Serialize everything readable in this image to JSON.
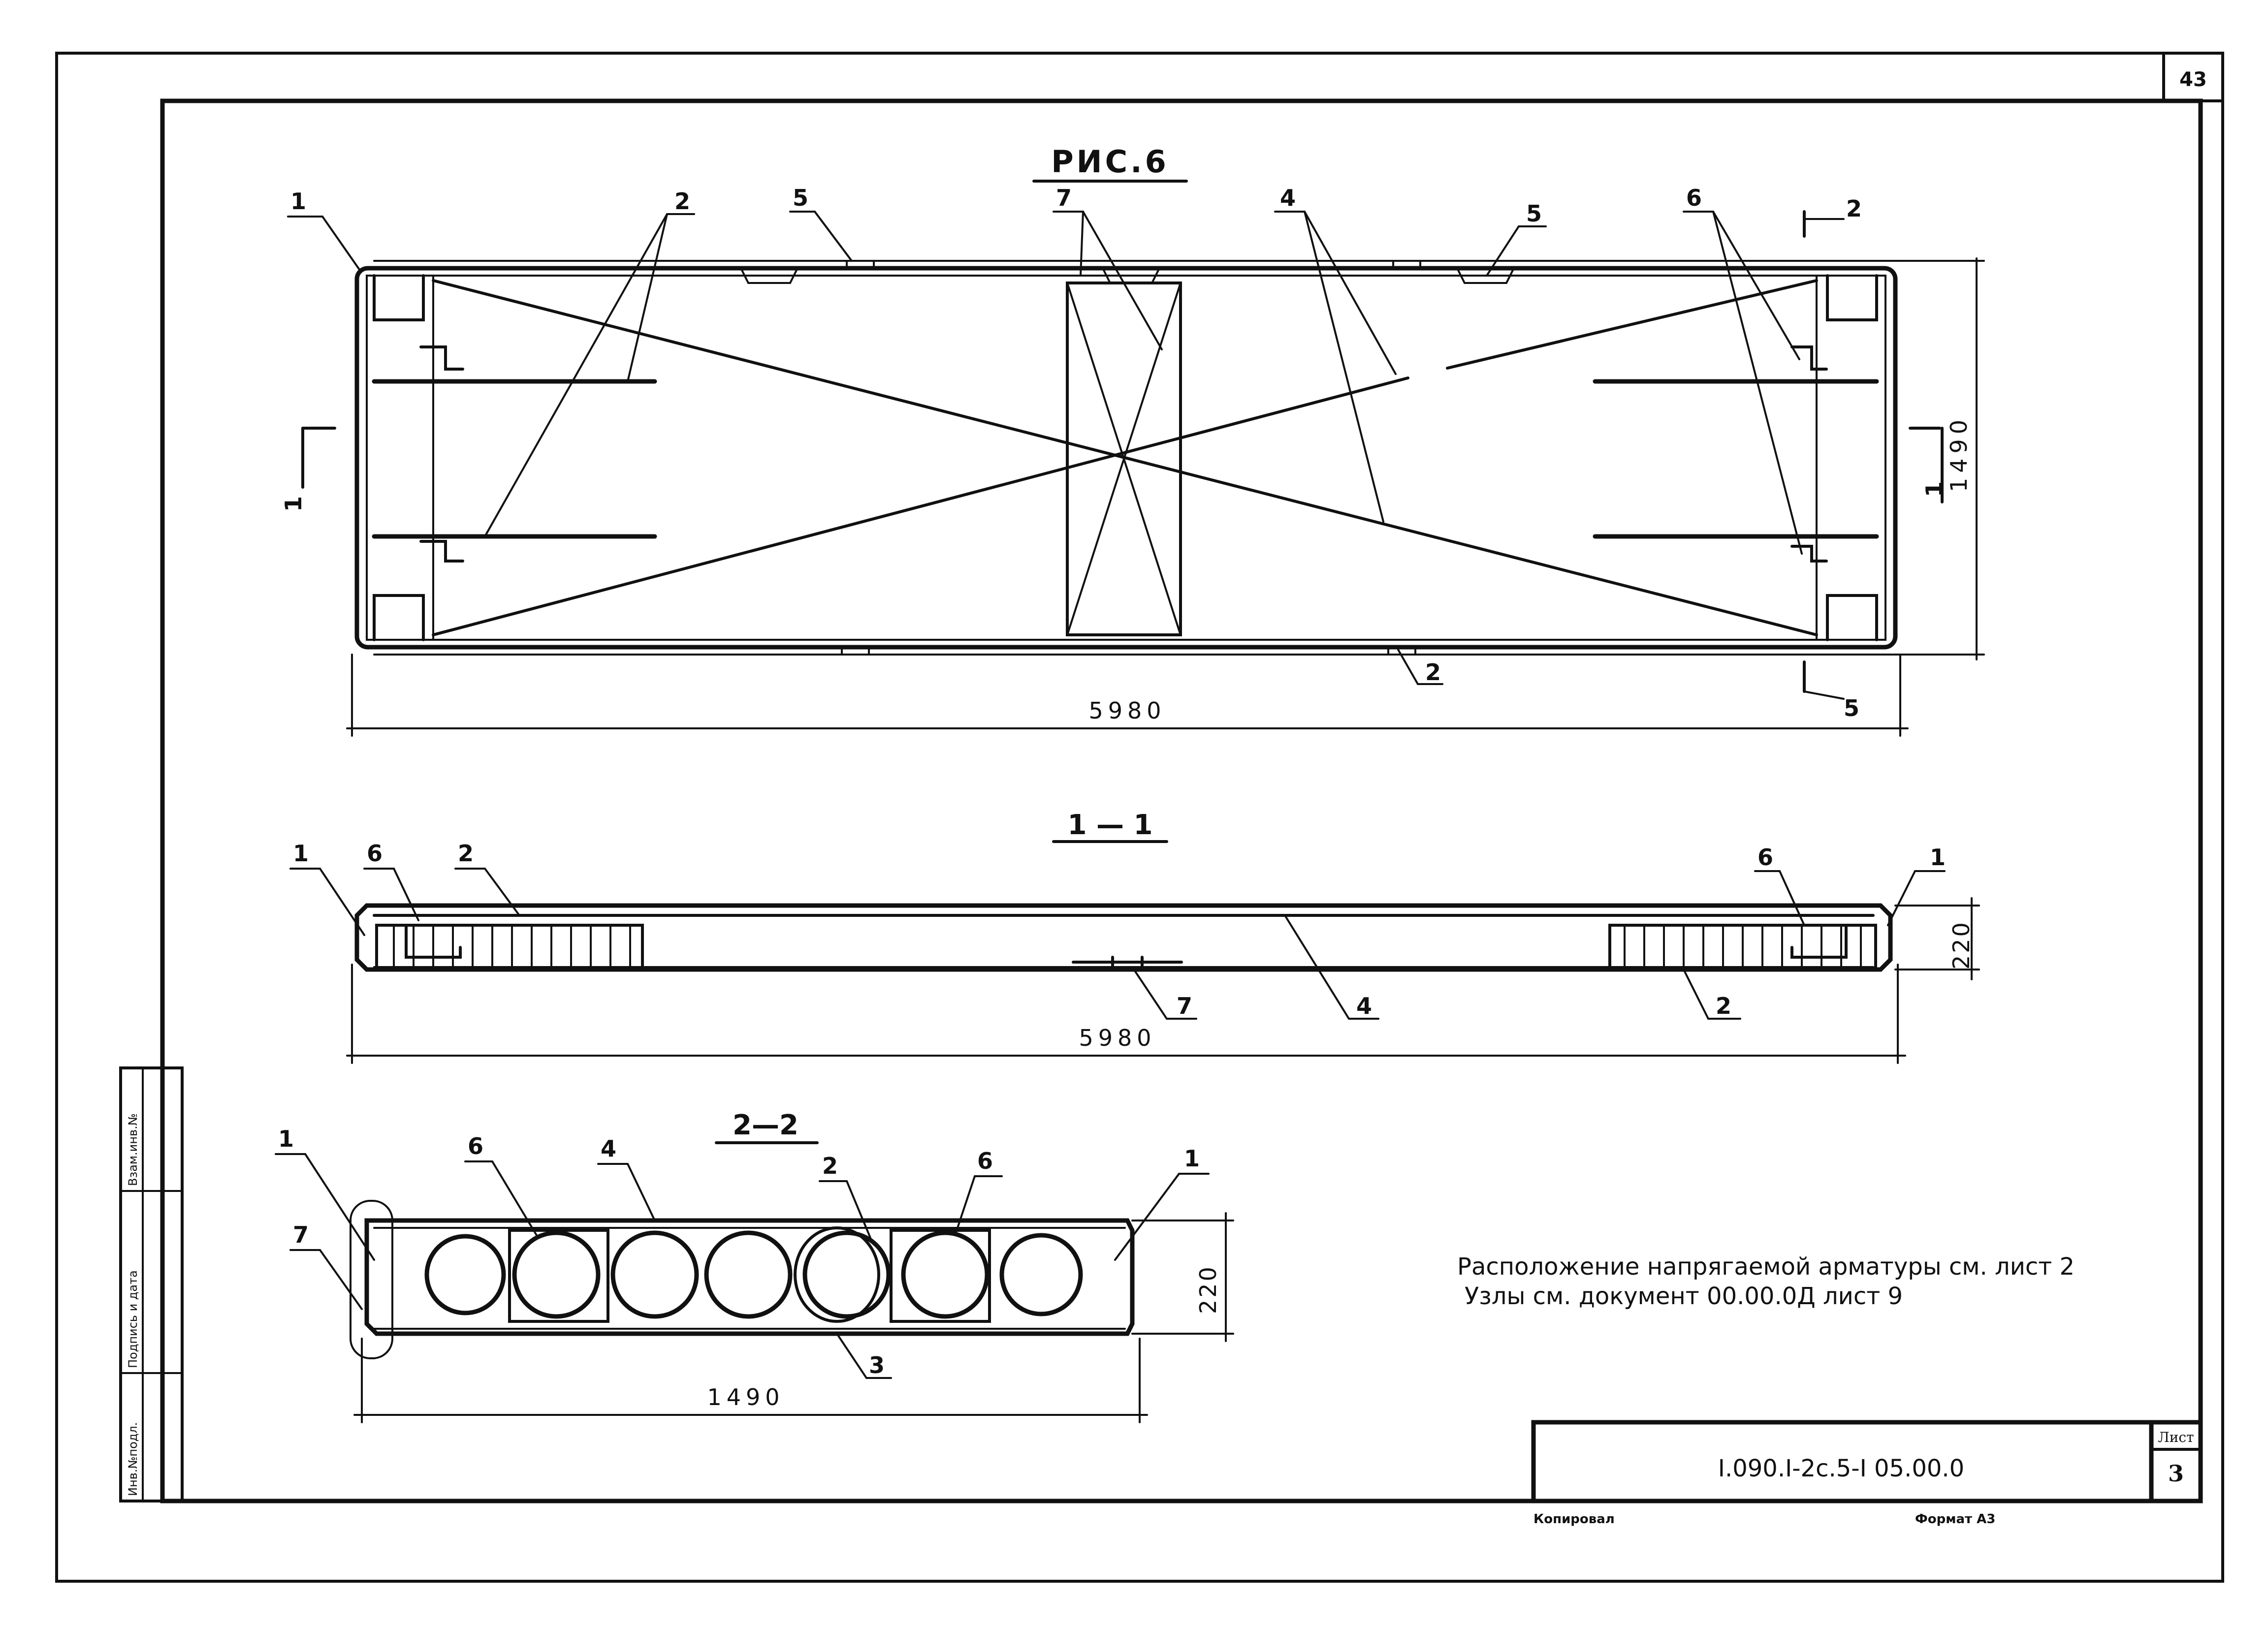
{
  "sheet_number": "43",
  "figure_title": "РИС.6",
  "plan": {
    "overall_length": "5980",
    "overall_width": "1490",
    "leaders": [
      "1",
      "2",
      "5",
      "7",
      "4",
      "5",
      "6",
      "2",
      "5",
      "2"
    ],
    "section_mark_left": "1",
    "section_mark_right": "1"
  },
  "section_1_1": {
    "title": "1 — 1",
    "leaders": [
      "1",
      "6",
      "2",
      "6",
      "1",
      "7",
      "4",
      "2"
    ],
    "height": "220",
    "length": "5980"
  },
  "section_2_2": {
    "title": "2—2",
    "leaders": [
      "1",
      "6",
      "4",
      "2",
      "6",
      "1",
      "7",
      "3"
    ],
    "height": "220",
    "width": "1490"
  },
  "notes": [
    "Расположение напрягаемой арматуры см. лист 2",
    "Узлы  см. документ 00.00.0Д лист 9"
  ],
  "title_block": {
    "code": "I.090.I-2c.5-I  05.00.0",
    "sheet_label": "Лист",
    "sheet_value": "3"
  },
  "footer": {
    "copied": "Копировал",
    "format": "Формат А3"
  },
  "side_stamp": {
    "inv_no": "Инв.№подл.",
    "signature_date": "Подпись и дата",
    "replaces_inv": "Взам.инв.№"
  }
}
